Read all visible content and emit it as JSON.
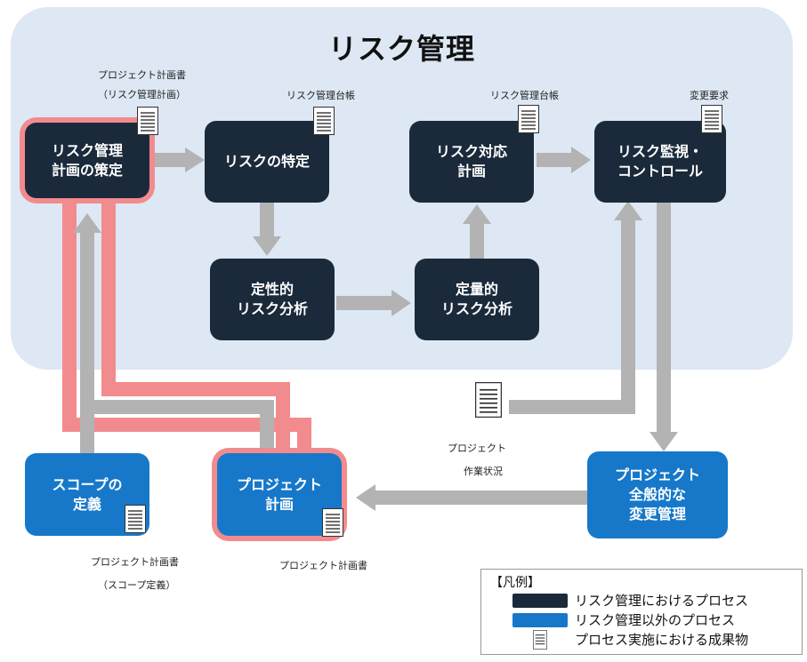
{
  "region": {
    "title": "リスク管理"
  },
  "processes": {
    "plan_risk": [
      "リスク管理",
      "計画の策定"
    ],
    "identify": [
      "リスクの特定"
    ],
    "qualitative": [
      "定性的",
      "リスク分析"
    ],
    "quantitative": [
      "定量的",
      "リスク分析"
    ],
    "response": [
      "リスク対応",
      "計画"
    ],
    "monitor": [
      "リスク監視・",
      "コントロール"
    ],
    "scope": [
      "スコープの",
      "定義"
    ],
    "project_plan": [
      "プロジェクト",
      "計画"
    ],
    "change_control": [
      "プロジェクト",
      "全般的な",
      "変更管理"
    ]
  },
  "documents": {
    "pm_plan_risk": [
      "プロジェクト計画書",
      "（リスク管理計画）"
    ],
    "risk_register_1": "リスク管理台帳",
    "risk_register_2": "リスク管理台帳",
    "change_request": "変更要求",
    "work_status": [
      "プロジェクト",
      "作業状況"
    ],
    "pm_plan_scope": [
      "プロジェクト計画書",
      "（スコープ定義）"
    ],
    "pm_plan": "プロジェクト計画書"
  },
  "legend": {
    "title": "【凡例】",
    "items": [
      {
        "label": "リスク管理におけるプロセス",
        "color": "#1b2a3b"
      },
      {
        "label": "リスク管理以外のプロセス",
        "color": "#1778c9"
      },
      {
        "label": "プロセス実施における成果物"
      }
    ]
  },
  "colors": {
    "highlight": "#f28b8e",
    "arrow": "#b3b3b3",
    "region": "#dde8f4"
  }
}
